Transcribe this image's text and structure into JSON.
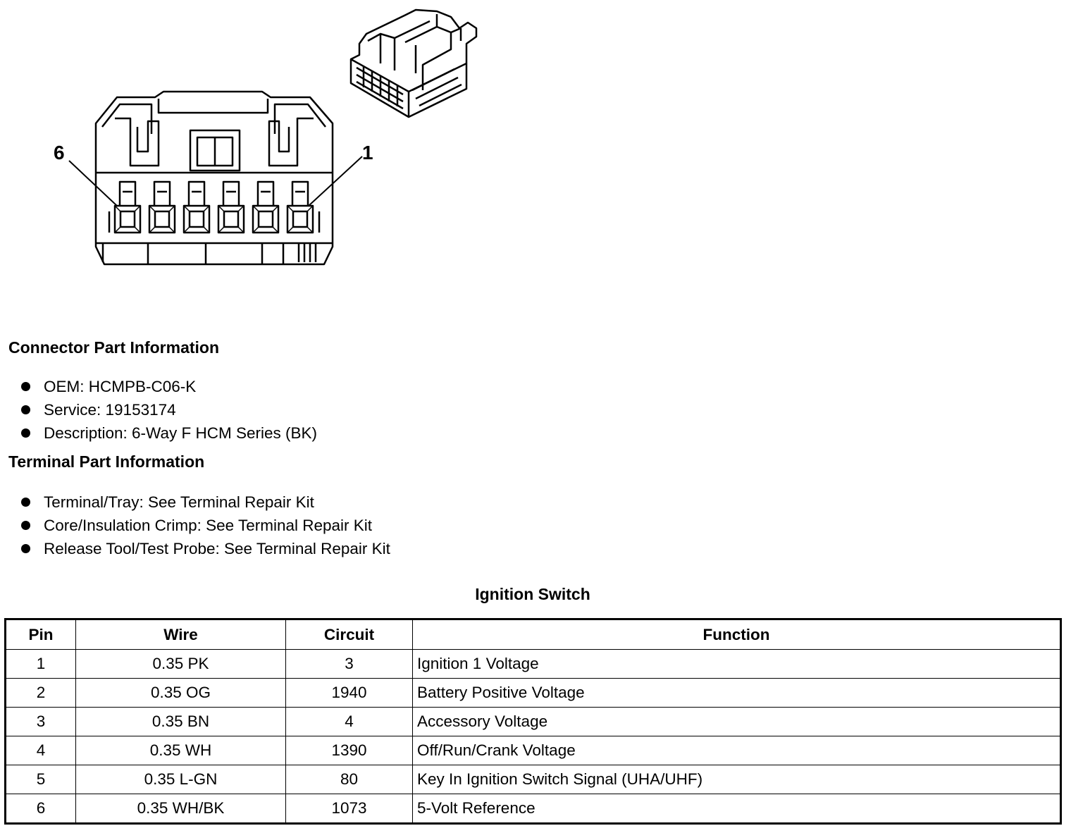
{
  "diagram": {
    "pin_labels": {
      "left": "6",
      "right": "1"
    }
  },
  "connector_info": {
    "heading": "Connector Part Information",
    "items": [
      "OEM: HCMPB-C06-K",
      "Service: 19153174",
      "Description: 6-Way F HCM Series (BK)"
    ]
  },
  "terminal_info": {
    "heading": "Terminal Part Information",
    "items": [
      "Terminal/Tray: See Terminal Repair Kit",
      "Core/Insulation Crimp: See Terminal Repair Kit",
      "Release Tool/Test Probe: See Terminal Repair Kit"
    ]
  },
  "table": {
    "title": "Ignition Switch",
    "headers": [
      "Pin",
      "Wire",
      "Circuit",
      "Function"
    ],
    "rows": [
      [
        "1",
        "0.35 PK",
        "3",
        "Ignition 1 Voltage"
      ],
      [
        "2",
        "0.35 OG",
        "1940",
        "Battery Positive Voltage"
      ],
      [
        "3",
        "0.35 BN",
        "4",
        "Accessory Voltage"
      ],
      [
        "4",
        "0.35 WH",
        "1390",
        "Off/Run/Crank Voltage"
      ],
      [
        "5",
        "0.35 L-GN",
        "80",
        "Key In Ignition Switch Signal (UHA/UHF)"
      ],
      [
        "6",
        "0.35 WH/BK",
        "1073",
        "5-Volt Reference"
      ]
    ]
  }
}
